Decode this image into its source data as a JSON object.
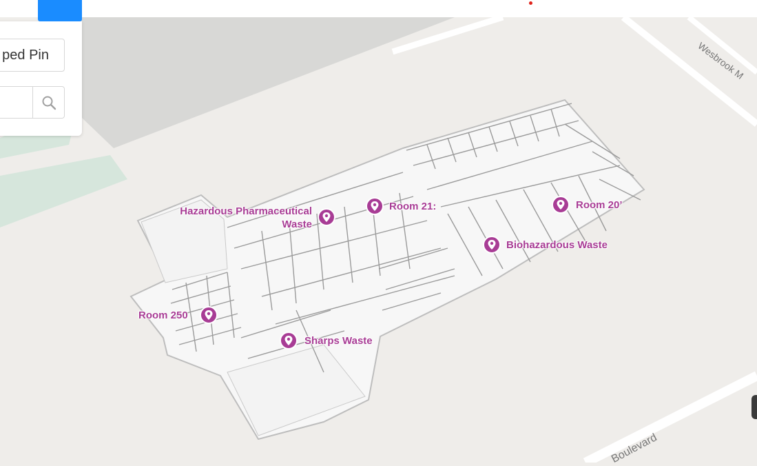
{
  "toolbar": {
    "dropped_pin_label": "ped Pin",
    "search_placeholder": ""
  },
  "roads": {
    "wesbrook": "Wesbrook M",
    "boulevard": "Boulevard"
  },
  "pins": [
    {
      "id": "hazardous",
      "line1": "Hazardous Pharmaceutical",
      "line2": "Waste"
    },
    {
      "id": "room211",
      "line1": "Room 21:"
    },
    {
      "id": "room201",
      "line1": "Room 20’"
    },
    {
      "id": "biohazard",
      "line1": "Biohazardous Waste"
    },
    {
      "id": "room250",
      "line1": "Room 250"
    },
    {
      "id": "sharps",
      "line1": "Sharps Waste"
    }
  ],
  "colors": {
    "pin": "#a83c95",
    "accent": "#1a8cff",
    "land": "#efedea",
    "park": "#d6e6dc",
    "building": "#d8d8d6"
  },
  "icons": {
    "search": "search-icon",
    "pin": "map-pin-icon"
  }
}
